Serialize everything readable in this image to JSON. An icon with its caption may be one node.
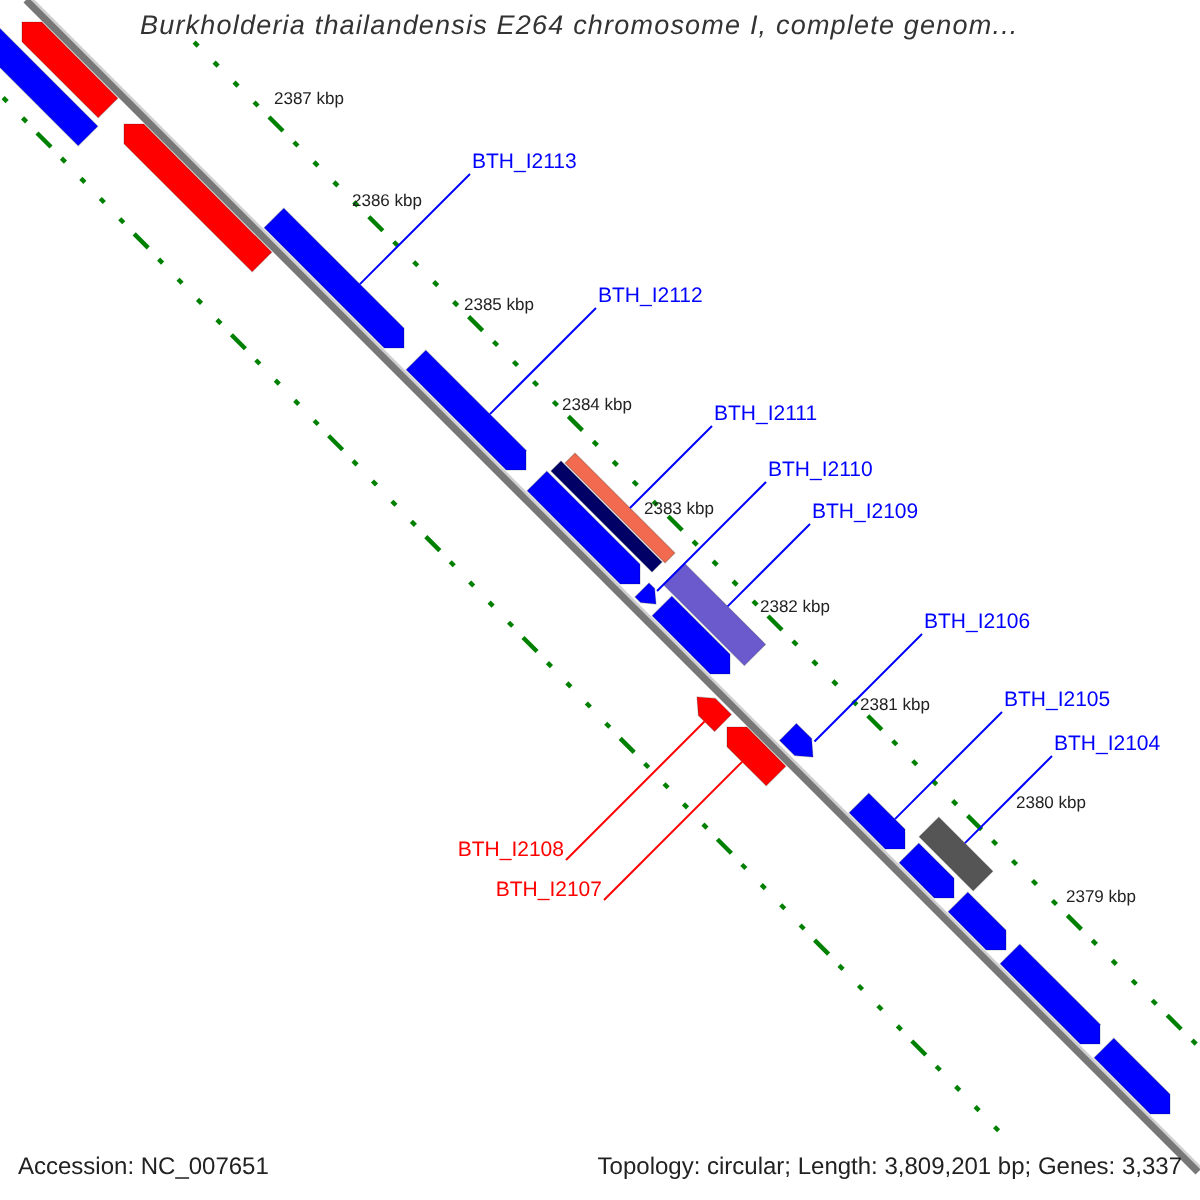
{
  "diagram": {
    "title": "Burkholderia thailandensis E264 chromosome I, complete genom...",
    "nodes": [
      {
        "text": [],
        "shape": "arrow"
      },
      {
        "text": [],
        "shape": "bar"
      },
      {
        "text": [],
        "shape": "arrow"
      },
      {
        "text": [],
        "shape": "arrow"
      },
      {
        "text": [],
        "shape": "arrow"
      },
      {
        "text": [],
        "shape": "arrow"
      },
      {
        "text": [],
        "shape": "bar"
      },
      {
        "text": [],
        "shape": "bar"
      },
      {
        "text": [],
        "shape": "arrow"
      },
      {
        "text": [],
        "shape": "arrow"
      },
      {
        "text": [],
        "shape": "bar"
      },
      {
        "text": [],
        "shape": "arrow"
      },
      {
        "text": [],
        "shape": "arrow"
      },
      {
        "text": [],
        "shape": "arrow"
      },
      {
        "text": [],
        "shape": "arrow"
      },
      {
        "text": [],
        "shape": "arrow"
      },
      {
        "text": [],
        "shape": "bar"
      },
      {
        "text": [],
        "shape": "arrow"
      },
      {
        "text": [],
        "shape": "arrow"
      },
      {
        "text": [],
        "shape": "arrow"
      },
      {
        "text": [
          "BTH_I2113"
        ]
      },
      {
        "text": [
          "BTH_I2112"
        ]
      },
      {
        "text": [
          "BTH_I2111"
        ]
      },
      {
        "text": [
          "BTH_I2110"
        ]
      },
      {
        "text": [
          "BTH_I2109"
        ]
      },
      {
        "text": [
          "BTH_I2106"
        ]
      },
      {
        "text": [
          "BTH_I2105"
        ]
      },
      {
        "text": [
          "BTH_I2104"
        ]
      },
      {
        "text": [
          "BTH_I2108"
        ]
      },
      {
        "text": [
          "BTH_I2107"
        ]
      }
    ],
    "edges": [
      {
        "from": 20,
        "to": 3,
        "arrow": "none"
      },
      {
        "from": 21,
        "to": 4,
        "arrow": "none"
      },
      {
        "from": 22,
        "to": 6,
        "arrow": "none"
      },
      {
        "from": 23,
        "to": 8,
        "arrow": "none"
      },
      {
        "from": 24,
        "to": 10,
        "arrow": "none"
      },
      {
        "from": 25,
        "to": 13,
        "arrow": "none"
      },
      {
        "from": 26,
        "to": 14,
        "arrow": "none"
      },
      {
        "from": 27,
        "to": 16,
        "arrow": "none"
      },
      {
        "from": 28,
        "to": 11,
        "arrow": "none",
        "color": "#ff0000"
      },
      {
        "from": 29,
        "to": 12,
        "arrow": "none",
        "color": "#ff0000"
      }
    ],
    "labels": [
      "2387 kbp",
      "2386 kbp",
      "2385 kbp",
      "2384 kbp",
      "2383 kbp",
      "2382 kbp",
      "2381 kbp",
      "2380 kbp",
      "2379 kbp",
      "Accession: NC_007651",
      "Topology: circular; Length: 3,809,201 bp; Genes: 3,337"
    ]
  }
}
